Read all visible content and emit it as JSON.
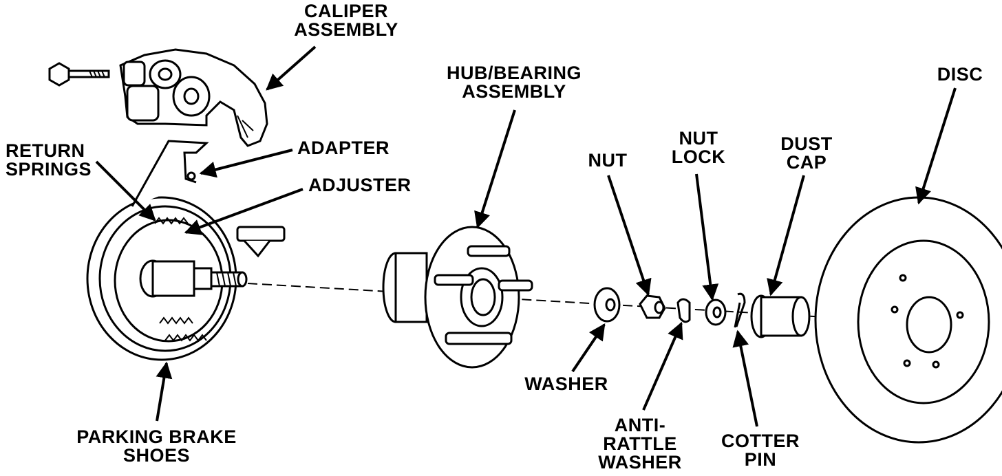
{
  "diagram": {
    "labels": {
      "caliper_assembly": [
        "CALIPER",
        "ASSEMBLY"
      ],
      "hub_bearing_assembly": [
        "HUB/BEARING",
        "ASSEMBLY"
      ],
      "disc": [
        "DISC"
      ],
      "return_springs": [
        "RETURN",
        "SPRINGS"
      ],
      "adapter": [
        "ADAPTER"
      ],
      "adjuster": [
        "ADJUSTER"
      ],
      "nut": [
        "NUT"
      ],
      "nut_lock": [
        "NUT",
        "LOCK"
      ],
      "dust_cap": [
        "DUST",
        "CAP"
      ],
      "washer": [
        "WASHER"
      ],
      "anti_rattle_washer": [
        "ANTI-",
        "RATTLE",
        "WASHER"
      ],
      "cotter_pin": [
        "COTTER",
        "PIN"
      ],
      "parking_brake_shoes": [
        "PARKING BRAKE",
        "SHOES"
      ]
    }
  }
}
